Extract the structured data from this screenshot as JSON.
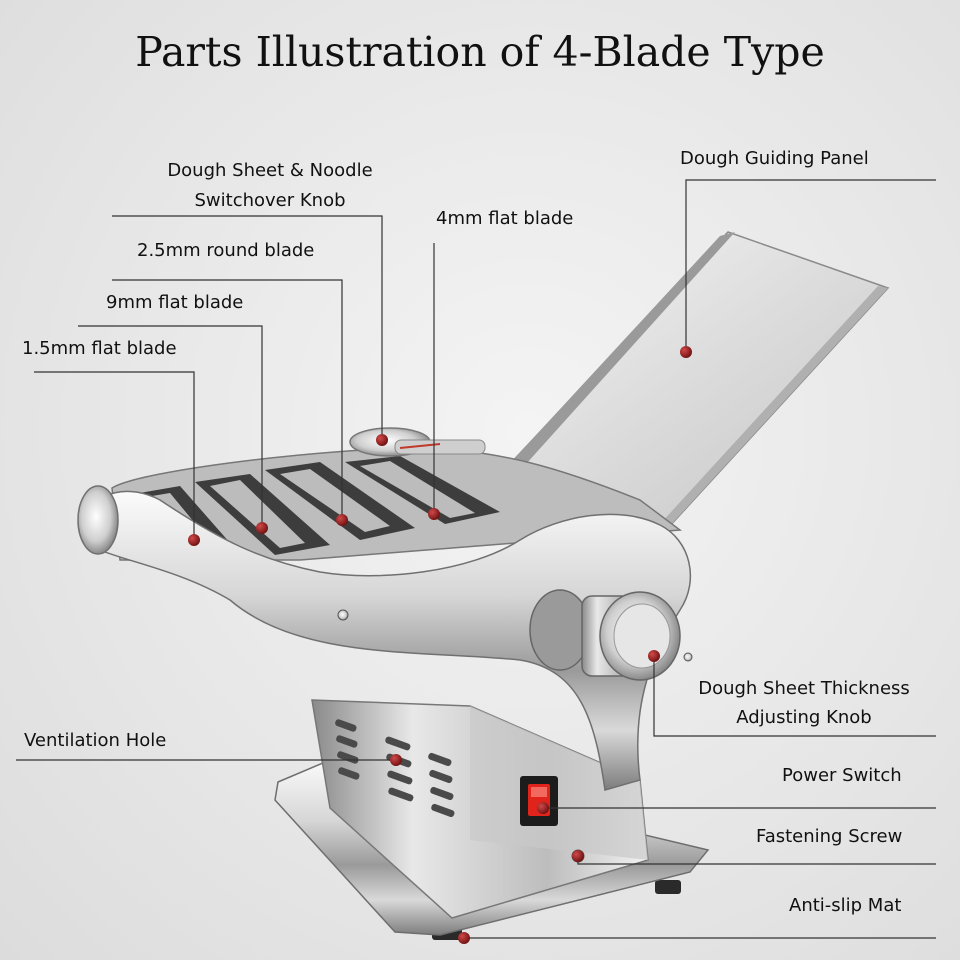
{
  "title": "Parts Illustration of 4-Blade Type",
  "labels": {
    "switchover_knob_1": "Dough Sheet & Noodle",
    "switchover_knob_2": "Switchover Knob",
    "round_blade_25": "2.5mm round blade",
    "flat_blade_9": "9mm flat blade",
    "flat_blade_15": "1.5mm flat blade",
    "flat_blade_4": "4mm flat blade",
    "guiding_panel": "Dough Guiding Panel",
    "thickness_knob_1": "Dough Sheet Thickness",
    "thickness_knob_2": "Adjusting Knob",
    "ventilation_hole": "Ventilation Hole",
    "power_switch": "Power Switch",
    "fastening_screw": "Fastening Screw",
    "anti_slip_mat": "Anti-slip Mat"
  },
  "colors": {
    "leader_line": "#333333",
    "marker_dot": "#8b1a1a",
    "switch_red": "#e0241b"
  }
}
